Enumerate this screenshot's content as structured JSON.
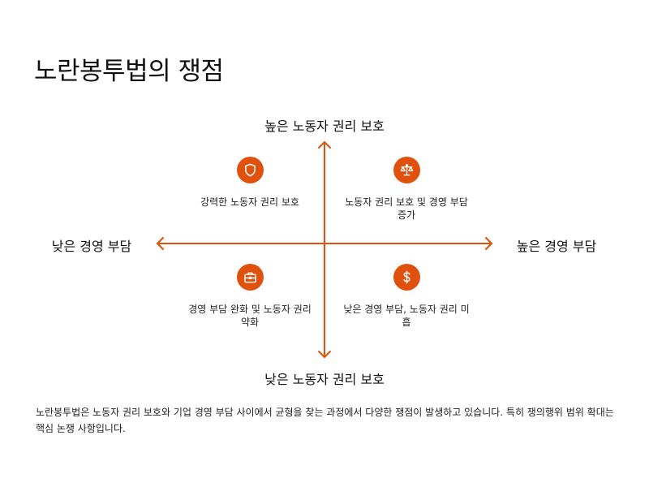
{
  "title": "노란봉투법의 쟁점",
  "axes": {
    "top": "높은 노동자 권리 보호",
    "bottom": "낮은 노동자 권리 보호",
    "left": "낮은 경영 부담",
    "right": "높은 경영 부담"
  },
  "colors": {
    "accent": "#e0510d"
  },
  "quadrants": [
    {
      "icon": "shield-icon",
      "text": "강력한 노동자 권리 보호"
    },
    {
      "icon": "balance-scale-icon",
      "text": "노동자 권리 보호 및 경영 부담 증가"
    },
    {
      "icon": "briefcase-icon",
      "text": "경영 부담 완화 및 노동자 권리 약화"
    },
    {
      "icon": "dollar-icon",
      "text": "낮은 경영 부담, 노동자 권리 미흡"
    }
  ],
  "summary": "노란봉투법은 노동자 권리 보호와 기업 경영 부담 사이에서 균형을 찾는 과정에서 다양한 쟁점이 발생하고 있습니다. 특히 쟁의행위 범위 확대는 핵심 논쟁 사항입니다."
}
